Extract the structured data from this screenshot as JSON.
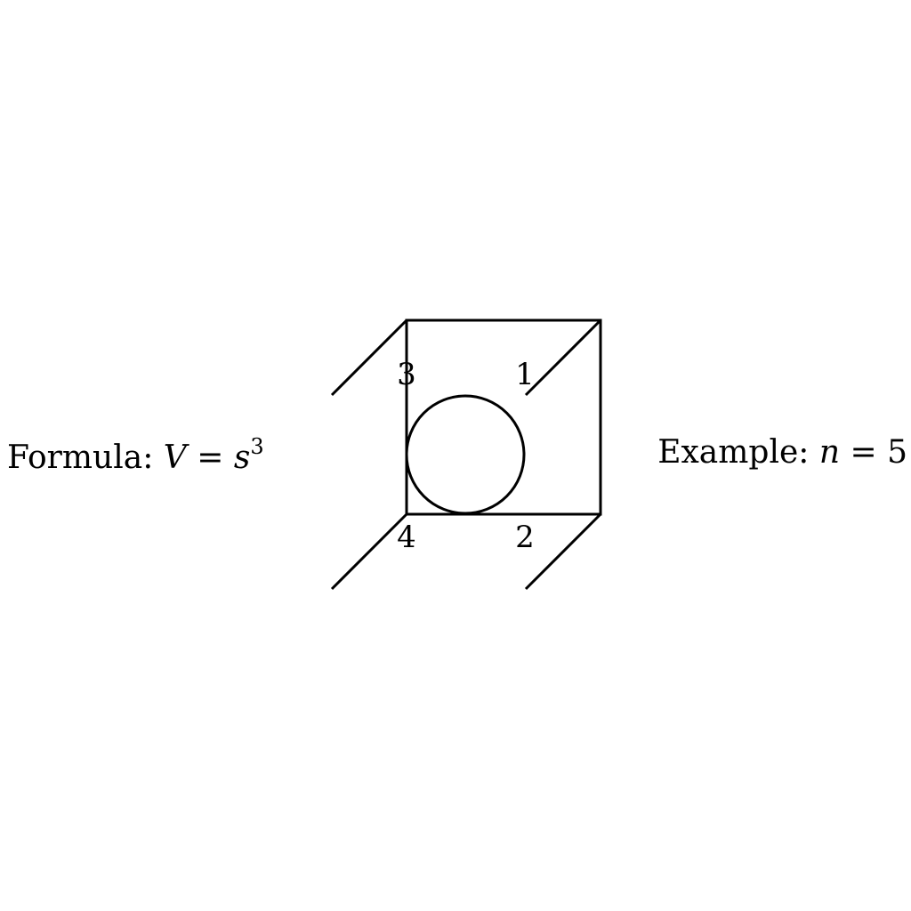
{
  "left_caption": {
    "prefix": "Formula: ",
    "var": "V",
    "eq": " = ",
    "base": "s",
    "exponent": "3"
  },
  "right_caption": {
    "prefix": "Example: ",
    "var": "n",
    "eq": " = ",
    "value": "5"
  },
  "corner_labels": {
    "top_right": "1",
    "bottom_right": "2",
    "top_left": "3",
    "bottom_left": "4"
  },
  "colors": {
    "stroke": "#000000",
    "background": "#ffffff"
  }
}
